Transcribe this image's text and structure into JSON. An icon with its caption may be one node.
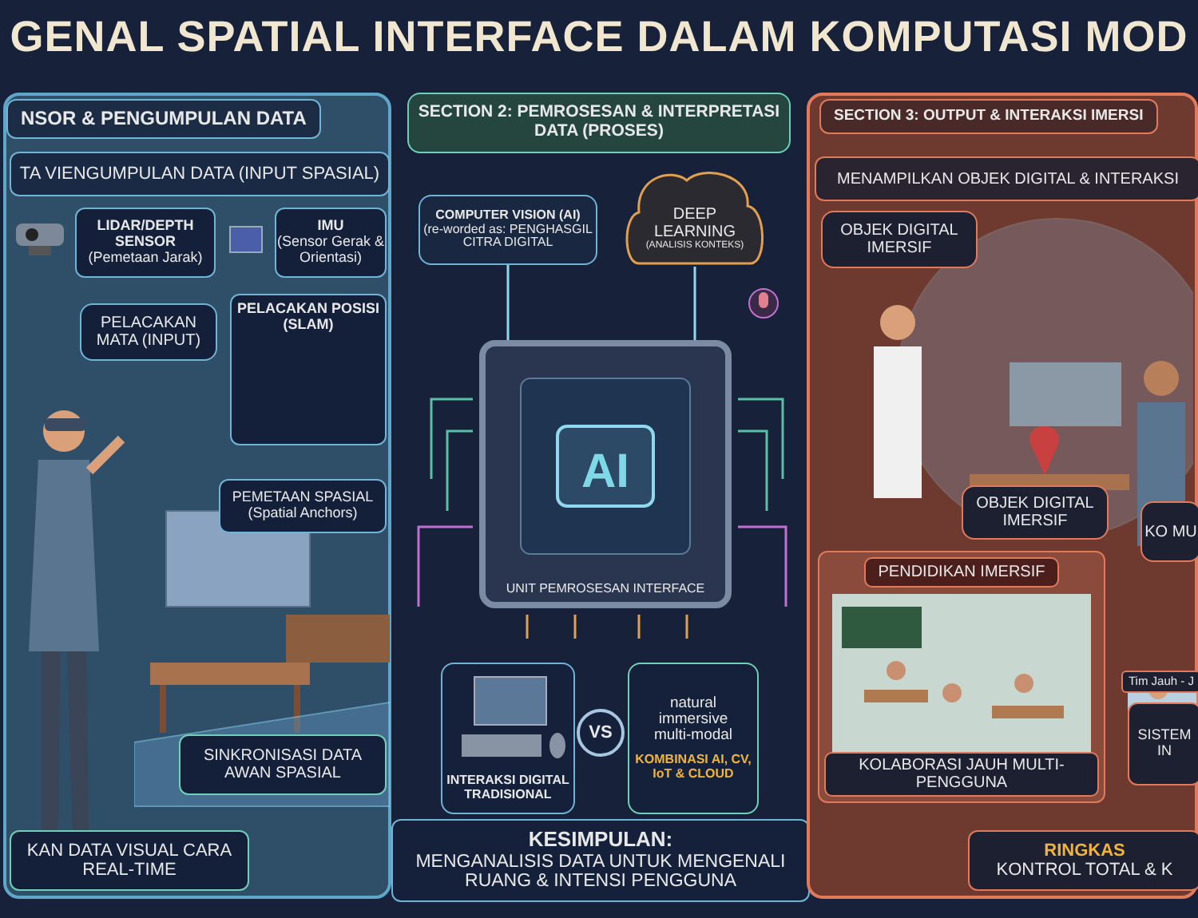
{
  "diagram": {
    "title": "GENAL SPATIAL INTERFACE DALAM KOMPUTASI MOD",
    "nodes": [
      {
        "text": [
          "NSOR & PENGUMPULAN DATA"
        ]
      },
      {
        "text": [
          "TA VIENGUMPULAN DATA (INPUT SPASIAL)"
        ],
        "in": 0
      },
      {
        "text": [
          "LIDAR/DEPTH SENSOR",
          "(Pemetaan Jarak)"
        ],
        "in": 0
      },
      {
        "text": [
          "IMU",
          "(Sensor Gerak & Orientasi)"
        ],
        "in": 0
      },
      {
        "text": [
          "PELACAKAN MATA (INPUT)"
        ],
        "in": 0
      },
      {
        "text": [
          "PELACAKAN POSISI (SLAM)"
        ],
        "in": 0
      },
      {
        "text": [
          "PEMETAAN SPASIAL",
          "(Spatial Anchors)"
        ],
        "in": 0
      },
      {
        "text": [
          "SINKRONISASI DATA AWAN SPASIAL"
        ],
        "in": 0
      },
      {
        "text": [
          "KAN DATA VISUAL CARA REAL-TIME"
        ],
        "in": 0
      },
      {
        "text": [
          "SECTION 2: PEMROSESAN & INTERPRETASI DATA (PROSES)"
        ]
      },
      {
        "text": [
          "COMPUTER VISION (AI)",
          "(re-worded as: PENGHASGIL CITRA DIGITAL"
        ]
      },
      {
        "text": [
          "DEEP LEARNING",
          "(ANALISIS KONTEKS)"
        ]
      },
      {
        "text": [
          "AI",
          "UNIT PEMROSESAN INTERFACE"
        ]
      },
      {
        "text": [
          "INTERAKSI DIGITAL TRADISIONAL"
        ]
      },
      {
        "text": [
          "VS"
        ]
      },
      {
        "text": [
          "natural",
          "immersive",
          "multi-modal",
          "KOMBINASI AI, CV, IoT & CLOUD"
        ]
      },
      {
        "text": [
          "KESIMPULAN:",
          "MENGANALISIS DATA UNTUK MENGENALI RUANG & INTENSI PENGGUNA"
        ]
      },
      {
        "text": [
          "SECTION 3: OUTPUT & INTERAKSI IMERSI"
        ]
      },
      {
        "text": [
          "MENAMPILKAN OBJEK DIGITAL & INTERAKSI"
        ],
        "in": 17
      },
      {
        "text": [
          "OBJEK DIGITAL IMERSIF"
        ],
        "in": 17
      },
      {
        "text": [
          "OBJEK DIGITAL IMERSIF"
        ],
        "in": 17
      },
      {
        "text": [
          "PENDIDIKAN IMERSIF",
          "KOLABORASI JAUH MULTI-PENGGUNA"
        ],
        "in": 17
      },
      {
        "text": [
          "KO MU"
        ],
        "in": 17
      },
      {
        "text": [
          "Tim Jauh - J"
        ],
        "in": 17
      },
      {
        "text": [
          "SISTEM IN"
        ],
        "in": 17
      },
      {
        "text": [
          "RINGKAS",
          "KONTROL TOTAL & K"
        ],
        "in": 17
      }
    ],
    "edges": [
      {
        "from": 10,
        "to": 12,
        "arrow": "none"
      },
      {
        "from": 11,
        "to": 12,
        "arrow": "none"
      }
    ]
  }
}
